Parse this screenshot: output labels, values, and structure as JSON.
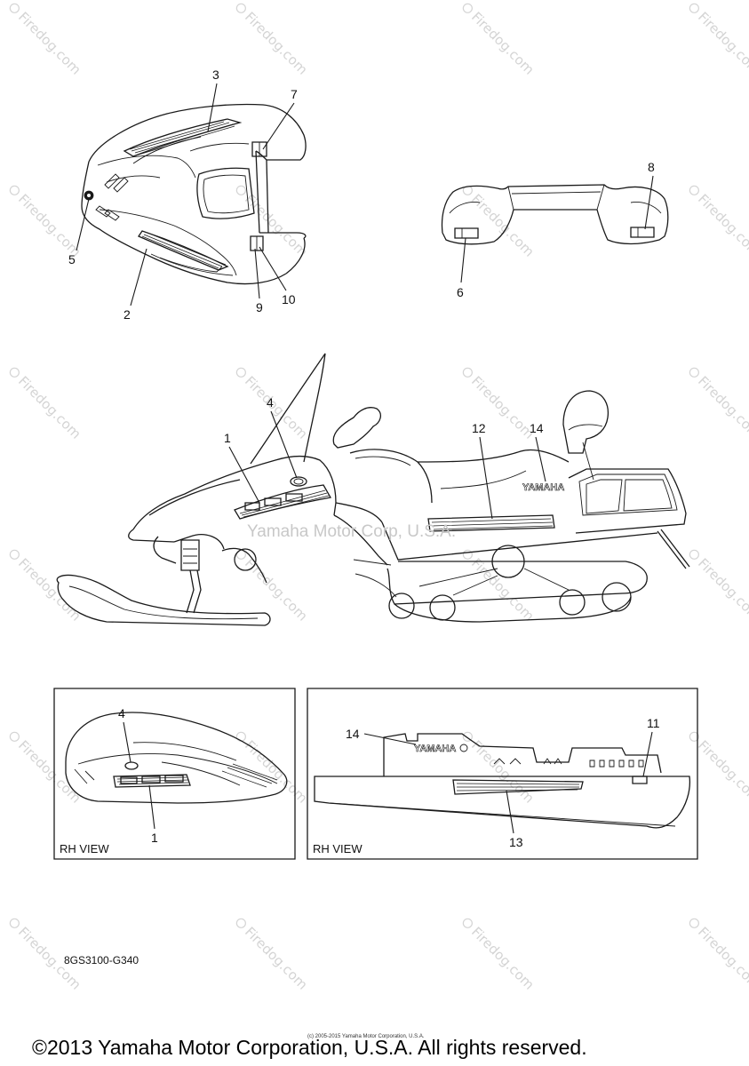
{
  "callouts": {
    "c1": "1",
    "c2": "2",
    "c3": "3",
    "c4": "4",
    "c5": "5",
    "c6": "6",
    "c7": "7",
    "c8": "8",
    "c9": "9",
    "c10": "10",
    "c11": "11",
    "c12": "12",
    "c13": "13",
    "c14": "14"
  },
  "emblem_text": "YAMAHA",
  "inset_left": {
    "label": "RH VIEW",
    "callout_4": "4",
    "callout_1": "1"
  },
  "inset_right": {
    "label": "RH VIEW",
    "callout_14": "14",
    "callout_11": "11",
    "callout_13": "13"
  },
  "part_number": "8GS3100-G340",
  "center_watermark": "Yamaha Motor Corp, U.S.A.",
  "tiny_credit": "(c) 2005-2015 Yamaha Motor Corporation, U.S.A.",
  "copyright": "©2013 Yamaha Motor Corporation, U.S.A. All rights reserved.",
  "watermark": "Firedog.com"
}
